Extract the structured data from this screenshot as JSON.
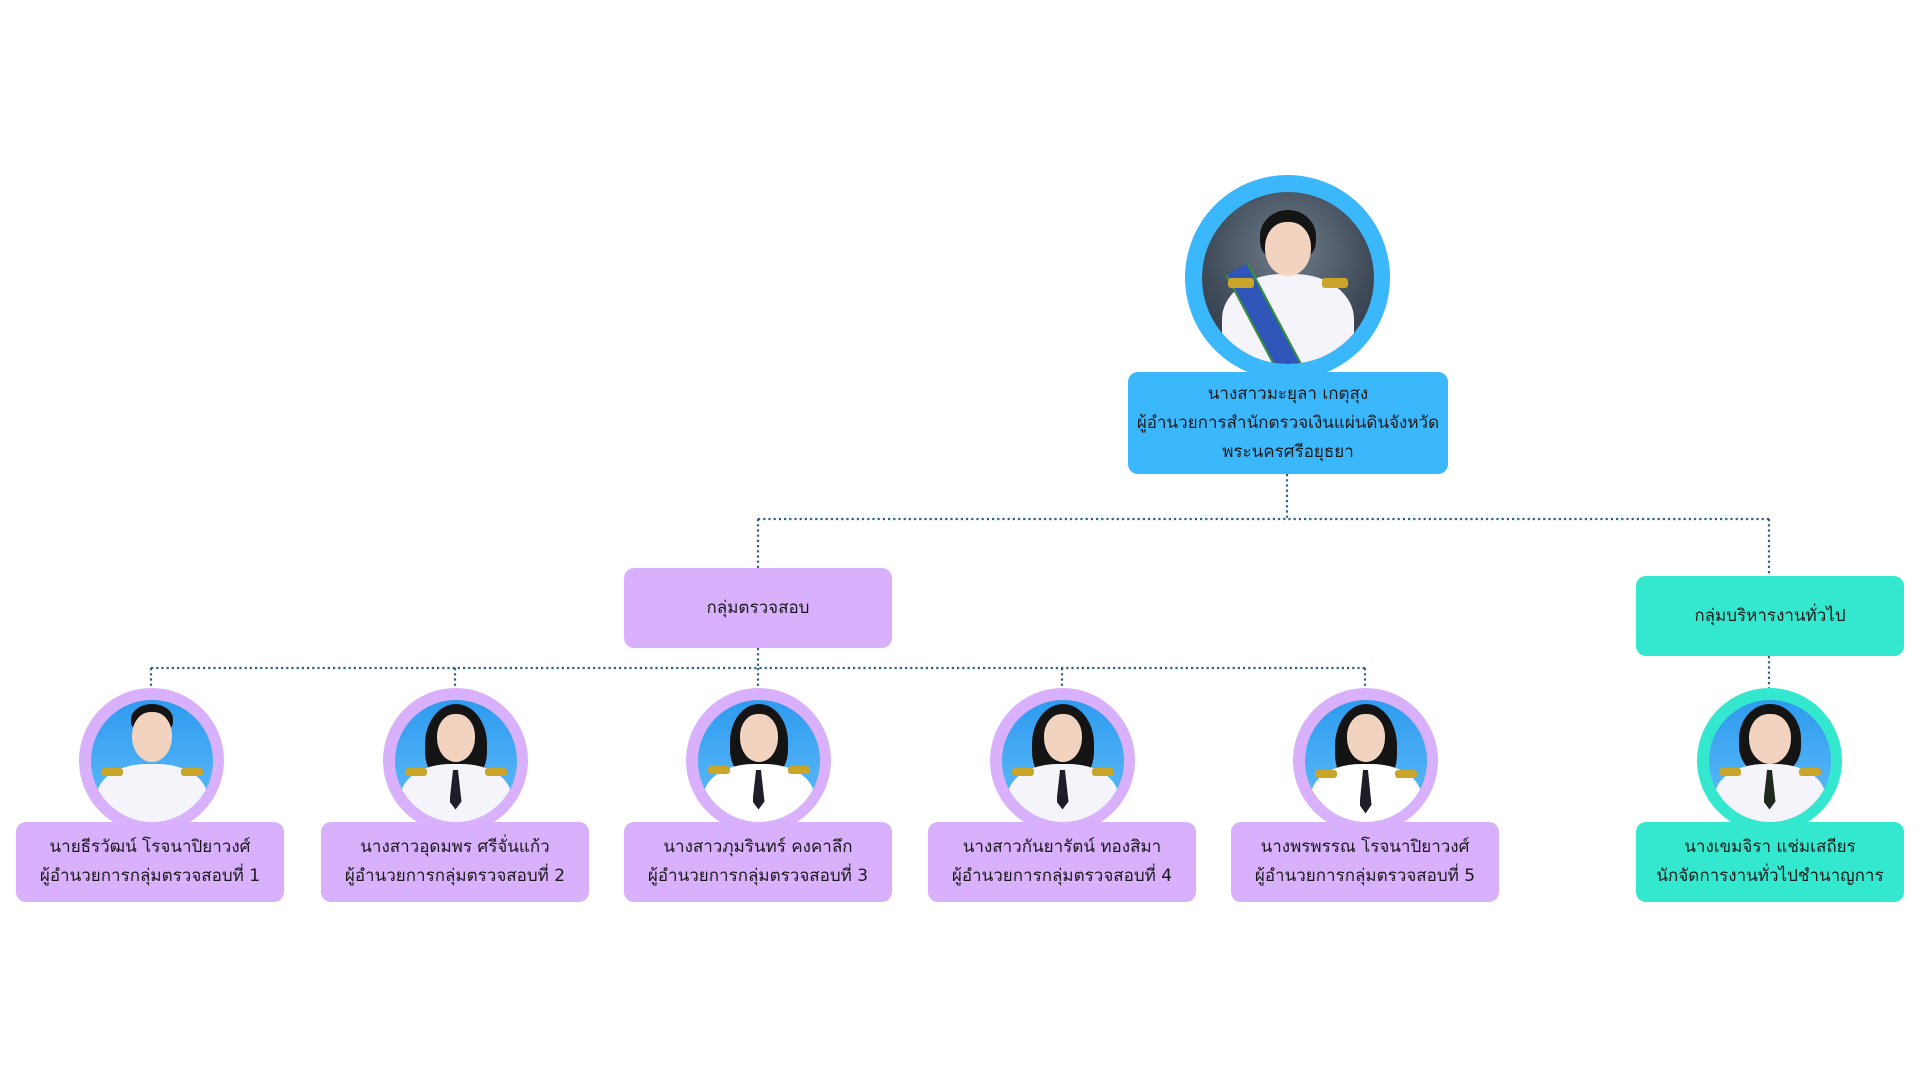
{
  "colors": {
    "director": "#3bb7fc",
    "audit_group": "#d8b0fb",
    "admin_group": "#33e8cf",
    "connector": "#2f5f84"
  },
  "director": {
    "name": "นางสาวมะยุลา เกตุสุง",
    "title_line1": "ผู้อำนวยการสำนักตรวจเงินแผ่นดินจังหวัด",
    "title_line2": "พระนครศรีอยุธยา",
    "photo": "director-portrait"
  },
  "groups": [
    {
      "label": "กลุ่มตรวจสอบ",
      "members": [
        {
          "name": "นายธีรวัฒน์ โรจนาปิยาวงศ์",
          "title": "ผู้อำนวยการกลุ่มตรวจสอบที่ 1",
          "photo": "member-portrait"
        },
        {
          "name": "นางสาวอุดมพร ศรีจั่นแก้ว",
          "title": "ผู้อำนวยการกลุ่มตรวจสอบที่ 2",
          "photo": "member-portrait"
        },
        {
          "name": "นางสาวภุมรินทร์ คงคาลึก",
          "title": "ผู้อำนวยการกลุ่มตรวจสอบที่ 3",
          "photo": "member-portrait"
        },
        {
          "name": "นางสาวกันยารัตน์ ทองสิมา",
          "title": "ผู้อำนวยการกลุ่มตรวจสอบที่ 4",
          "photo": "member-portrait"
        },
        {
          "name": "นางพรพรรณ โรจนาปิยาวงศ์",
          "title": "ผู้อำนวยการกลุ่มตรวจสอบที่ 5",
          "photo": "member-portrait"
        }
      ]
    },
    {
      "label": "กลุ่มบริหารงานทั่วไป",
      "members": [
        {
          "name": "นางเขมจิรา แช่มเสถียร",
          "title": "นักจัดการงานทั่วไปชำนาญการ",
          "photo": "member-portrait"
        }
      ]
    }
  ]
}
